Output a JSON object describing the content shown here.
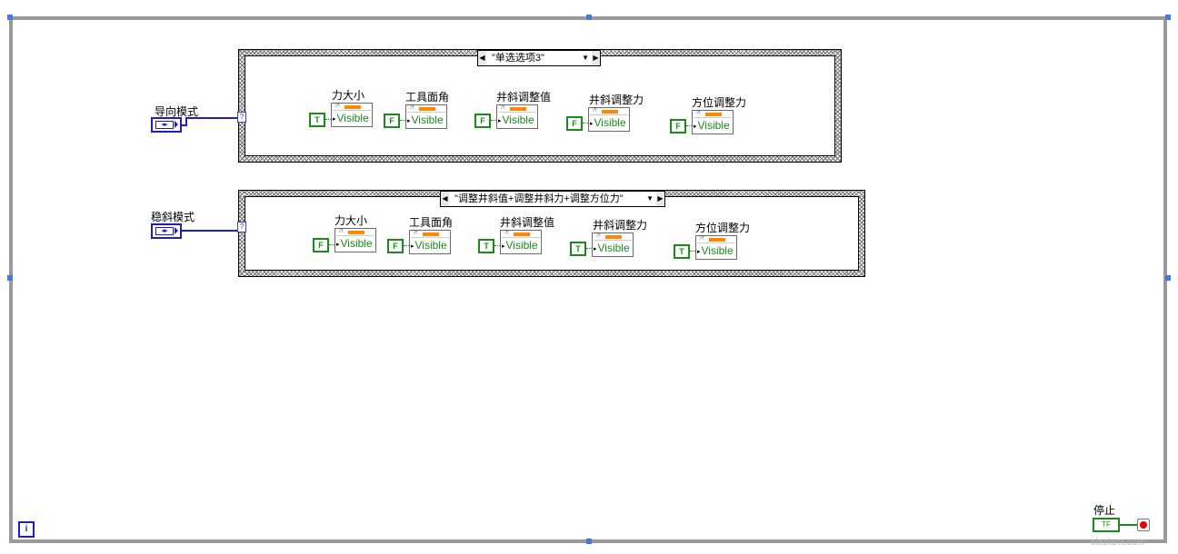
{
  "loop": {
    "info_label": "i",
    "stop_label": "停止"
  },
  "case1": {
    "selector": "\"单选选项3\"",
    "control_label": "导向模式",
    "nodes": [
      {
        "label": "力大小",
        "const": "T",
        "prop": "Visible"
      },
      {
        "label": "工具面角",
        "const": "F",
        "prop": "Visible"
      },
      {
        "label": "井斜调整值",
        "const": "F",
        "prop": "Visible"
      },
      {
        "label": "井斜调整力",
        "const": "F",
        "prop": "Visible"
      },
      {
        "label": "方位调整力",
        "const": "F",
        "prop": "Visible"
      }
    ]
  },
  "case2": {
    "selector": "\"调整井斜值+调整井斜力+调整方位力\"",
    "control_label": "稳斜模式",
    "nodes": [
      {
        "label": "力大小",
        "const": "F",
        "prop": "Visible"
      },
      {
        "label": "工具面角",
        "const": "F",
        "prop": "Visible"
      },
      {
        "label": "井斜调整值",
        "const": "T",
        "prop": "Visible"
      },
      {
        "label": "井斜调整力",
        "const": "T",
        "prop": "Visible"
      },
      {
        "label": "方位调整力",
        "const": "T",
        "prop": "Visible"
      }
    ]
  },
  "watermark": "elecfans.com"
}
